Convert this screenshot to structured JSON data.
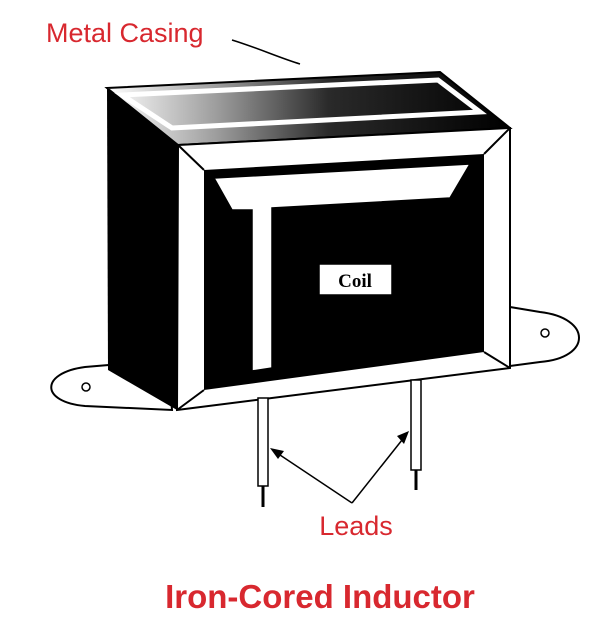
{
  "labels": {
    "casing": "Metal Casing",
    "coil": "Coil",
    "leads": "Leads",
    "title": "Iron-Cored Inductor"
  },
  "colors": {
    "label_red": "#d8282f",
    "ink": "#000000",
    "paper": "#ffffff"
  }
}
